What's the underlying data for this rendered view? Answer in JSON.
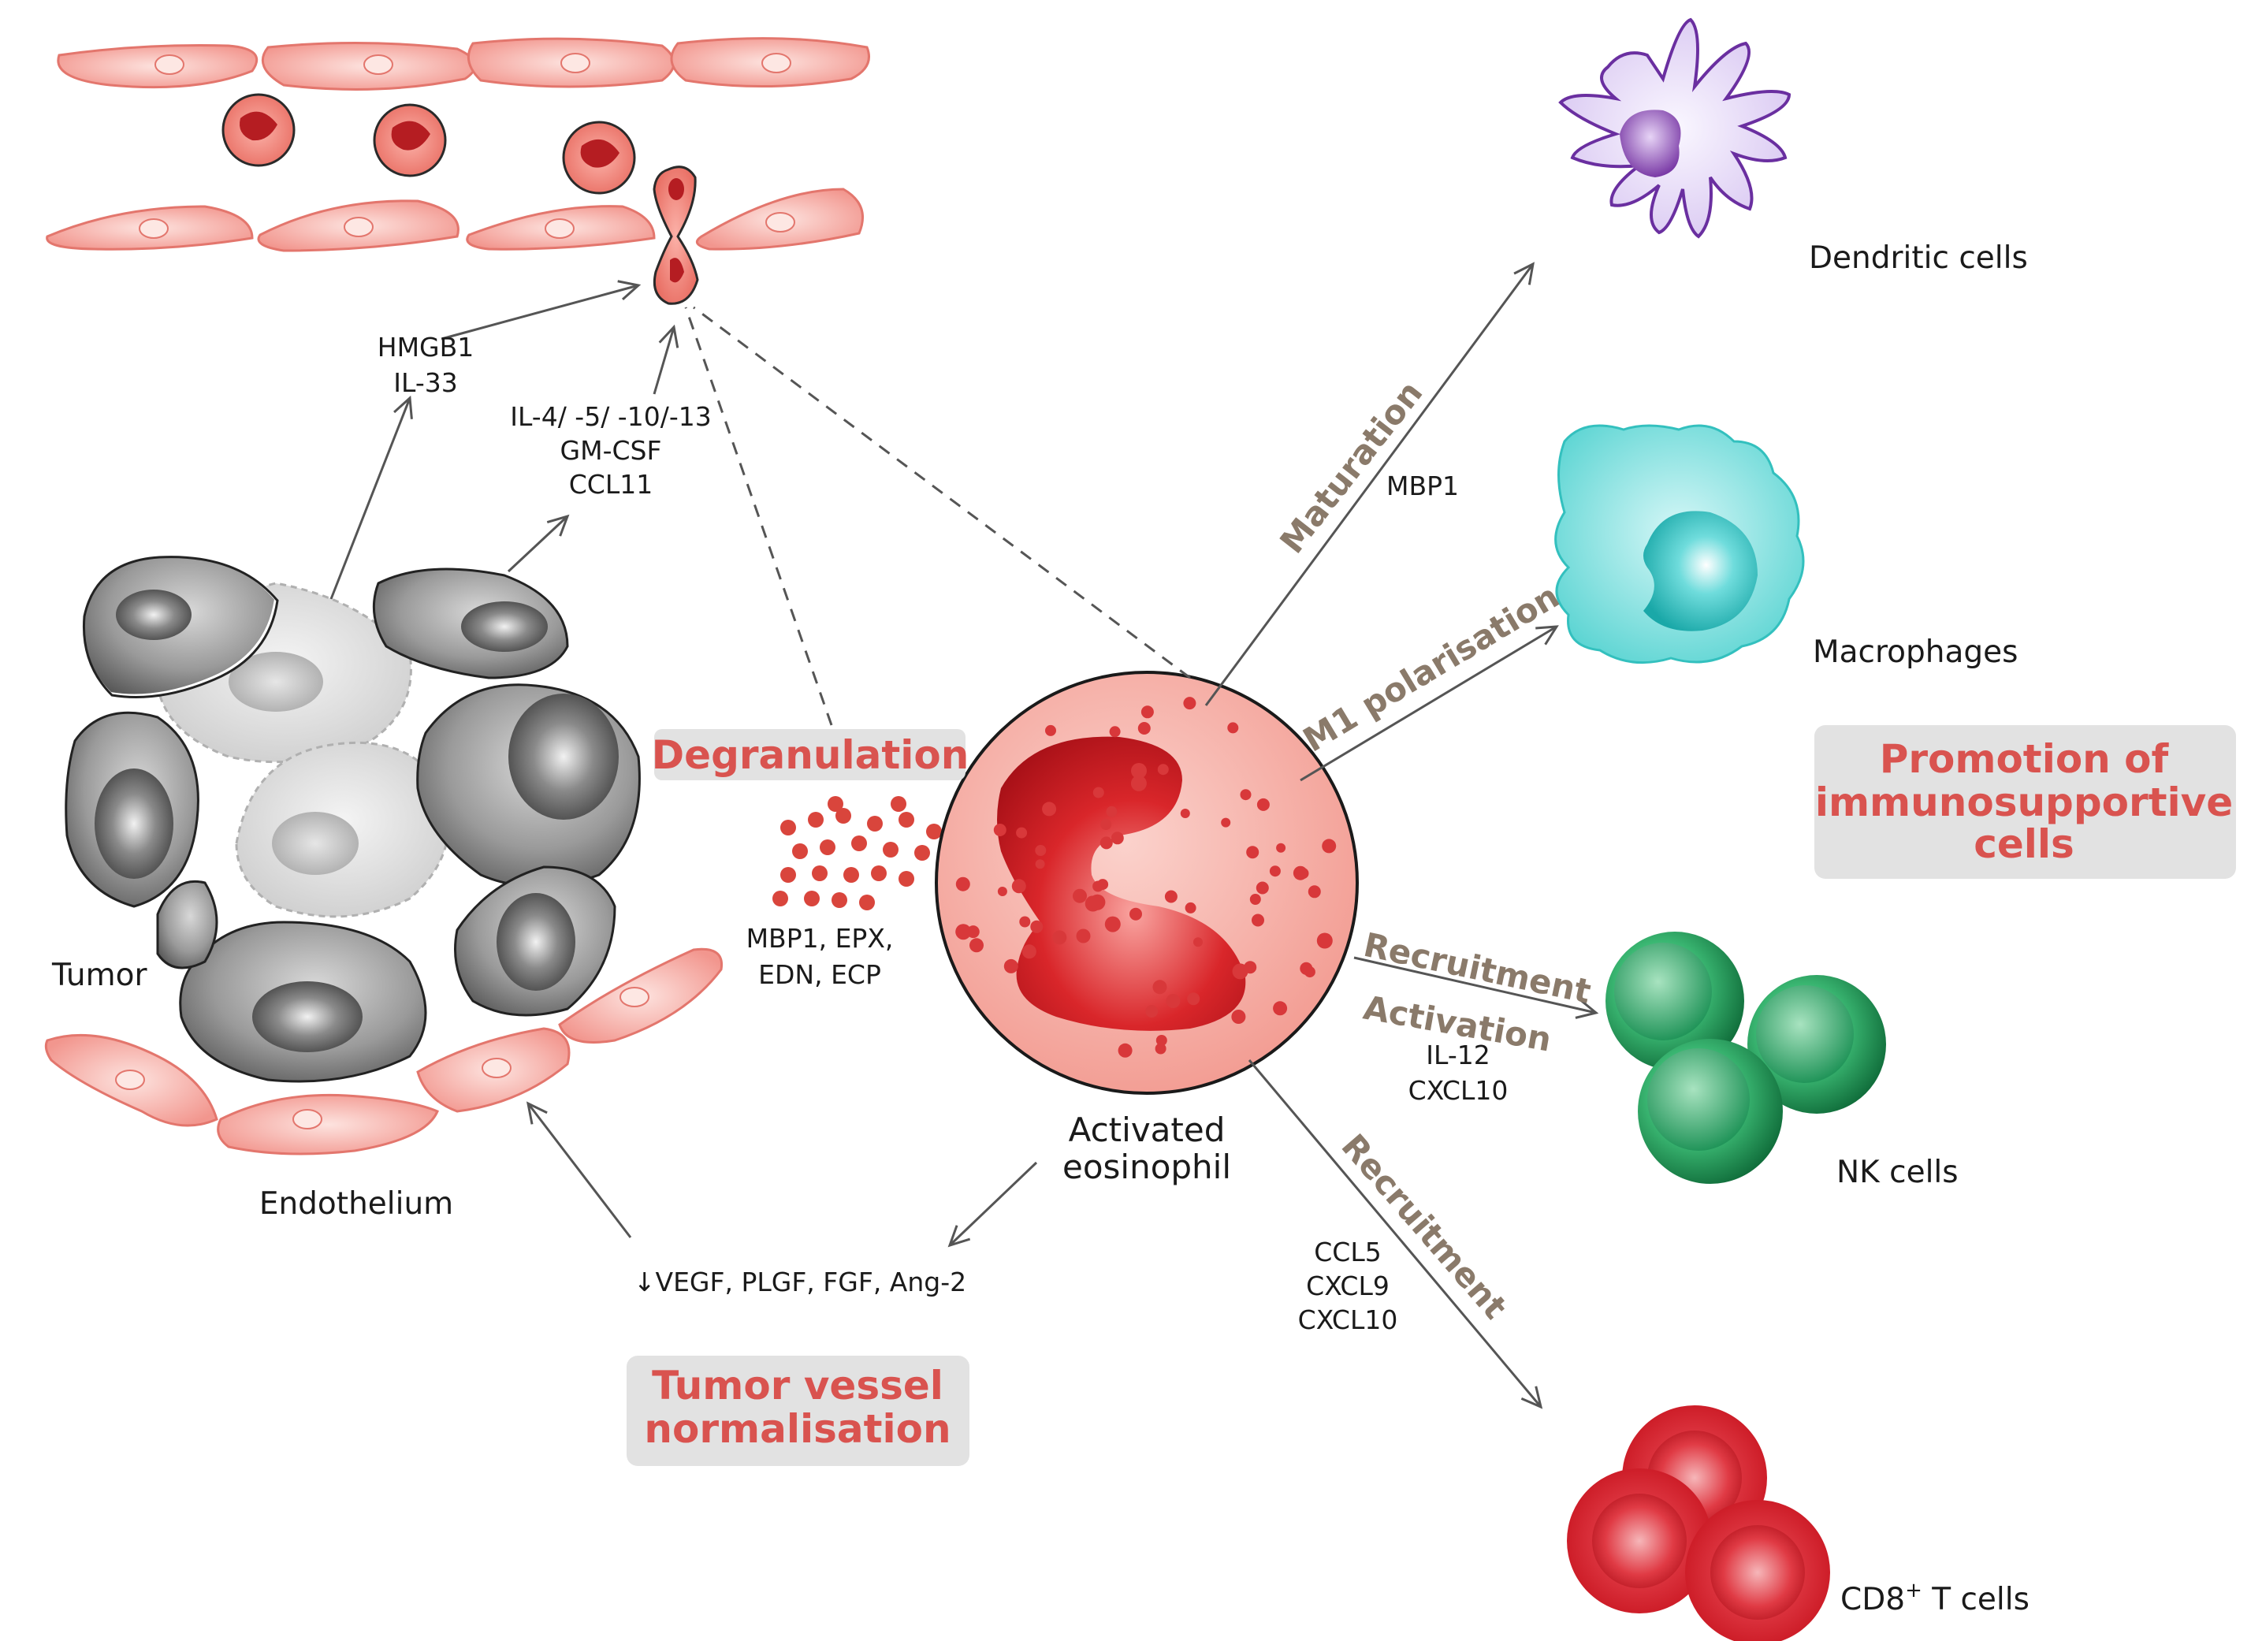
{
  "colors": {
    "endothelium": "#f4a6a0",
    "eosinophil": "#f3a59c",
    "nucleus": "#c8161d",
    "dendritic": "#d9c8f2",
    "macrophage": "#4fd1cf",
    "nk": "#1e9c55",
    "cd8": "#e0202c",
    "title_red": "#d9534f",
    "process_brown": "#8a7a6a",
    "box_gray": "#e2e2e2"
  },
  "labels": {
    "tumor": "Tumor",
    "endothelium": "Endothelium",
    "activated_line1": "Activated",
    "activated_line2": "eosinophil",
    "dendritic": "Dendritic cells",
    "macrophages": "Macrophages",
    "nk": "NK cells",
    "cd8_prefix": "CD8",
    "cd8_sup": "+",
    "cd8_suffix": " T cells"
  },
  "molecules": {
    "hmgb1": "HMGB1",
    "il33": "IL-33",
    "il4": "IL-4/ -5/ -10/-13",
    "gmcsf": "GM-CSF",
    "ccl11": "CCL11",
    "granules1": "MBP1,  EPX,",
    "granules2": "EDN, ECP",
    "mbp1": "MBP1",
    "il12": "IL-12",
    "cxcl10a": "CXCL10",
    "ccl5": "CCL5",
    "cxcl9": "CXCL9",
    "cxcl10b": "CXCL10",
    "vegf": "↓VEGF, PLGF, FGF, Ang-2"
  },
  "processes": {
    "maturation": "Maturation",
    "m1": "M1 polarisation",
    "recruitment1": "Recruitment",
    "activation": "Activation",
    "recruitment2": "Recruitment"
  },
  "boxes": {
    "degranulation": "Degranulation",
    "promotion1": "Promotion of",
    "promotion2": "immunosupportive",
    "promotion3": "cells",
    "vessel1": "Tumor vessel",
    "vessel2": "normalisation"
  }
}
